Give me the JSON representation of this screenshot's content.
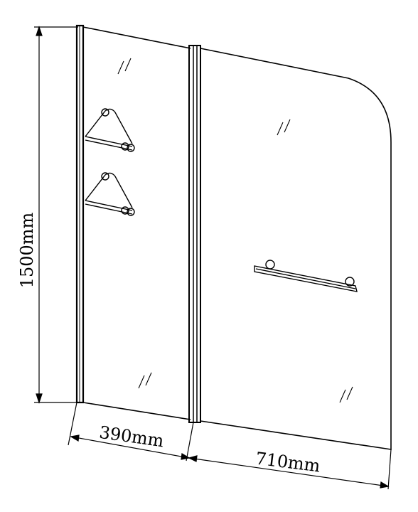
{
  "dimensions": {
    "height_label": "1500mm",
    "fixed_panel_width_label": "390mm",
    "swing_panel_width_label": "710mm"
  },
  "colors": {
    "line": "#000000",
    "background": "#ffffff"
  },
  "icons": {
    "glass_reflection": "glass-reflection-icon",
    "shelf": "corner-shelf-icon",
    "towel_bar": "towel-bar-icon"
  }
}
